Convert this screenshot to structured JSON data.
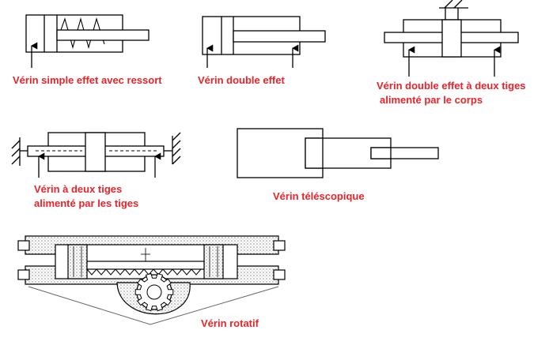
{
  "colors": {
    "line": "#000000",
    "label": "#e8232a",
    "fill": "#ffffff",
    "hatch": "#9a9a9a"
  },
  "labels": {
    "simple_effet": "Vérin simple effet avec  ressort",
    "double_effet": "Vérin double effet",
    "deux_tiges_corps_1": "Vérin double effet  à deux tiges",
    "deux_tiges_corps_2": "alimenté par le corps",
    "deux_tiges_tiges_1": "Vérin à deux tiges",
    "deux_tiges_tiges_2": "alimenté par les tiges",
    "telescopique": "Vérin téléscopique",
    "rotatif": "Vérin rotatif"
  }
}
